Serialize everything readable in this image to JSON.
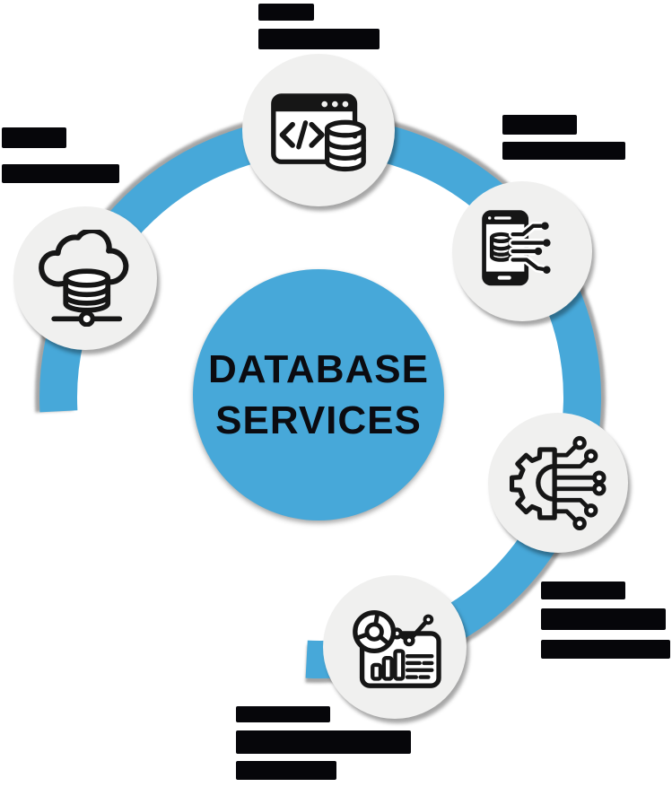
{
  "title": {
    "line1": "DATABASE",
    "line2": "SERVICES"
  },
  "colors": {
    "accent_blue": "#47A8D9",
    "circle_gray": "#F0F0EF",
    "redacted_text_black": "#06060A",
    "icon_black": "#161616",
    "shadow_gray": "#9B9B9B",
    "title_black": "#0B0B10",
    "background": "#FFFFFF"
  },
  "nodes": [
    {
      "id": "top",
      "icon": "browser-code-database-icon"
    },
    {
      "id": "left",
      "icon": "cloud-database-icon"
    },
    {
      "id": "right",
      "icon": "mobile-database-icon"
    },
    {
      "id": "bottom-right",
      "icon": "gear-circuit-icon"
    },
    {
      "id": "bottom",
      "icon": "analytics-dashboard-icon"
    }
  ],
  "labels": [
    {
      "id": "top",
      "redacted": true,
      "lines": [
        {
          "w": 62,
          "h": 19,
          "gap": 0
        },
        {
          "w": 135,
          "h": 23,
          "gap": 9
        }
      ]
    },
    {
      "id": "left",
      "redacted": true,
      "lines": [
        {
          "w": 72,
          "h": 23,
          "gap": 0
        },
        {
          "w": 131,
          "h": 21,
          "gap": 18
        }
      ]
    },
    {
      "id": "right",
      "redacted": true,
      "lines": [
        {
          "w": 83,
          "h": 22,
          "gap": 0
        },
        {
          "w": 137,
          "h": 20,
          "gap": 8
        }
      ]
    },
    {
      "id": "bottom-right",
      "redacted": true,
      "lines": [
        {
          "w": 94,
          "h": 20,
          "gap": 0
        },
        {
          "w": 139,
          "h": 24,
          "gap": 10
        },
        {
          "w": 144,
          "h": 21,
          "gap": 11
        }
      ]
    },
    {
      "id": "bottom",
      "redacted": true,
      "lines": [
        {
          "w": 105,
          "h": 18,
          "gap": 0
        },
        {
          "w": 195,
          "h": 26,
          "gap": 9
        },
        {
          "w": 112,
          "h": 21,
          "gap": 8
        }
      ]
    }
  ]
}
